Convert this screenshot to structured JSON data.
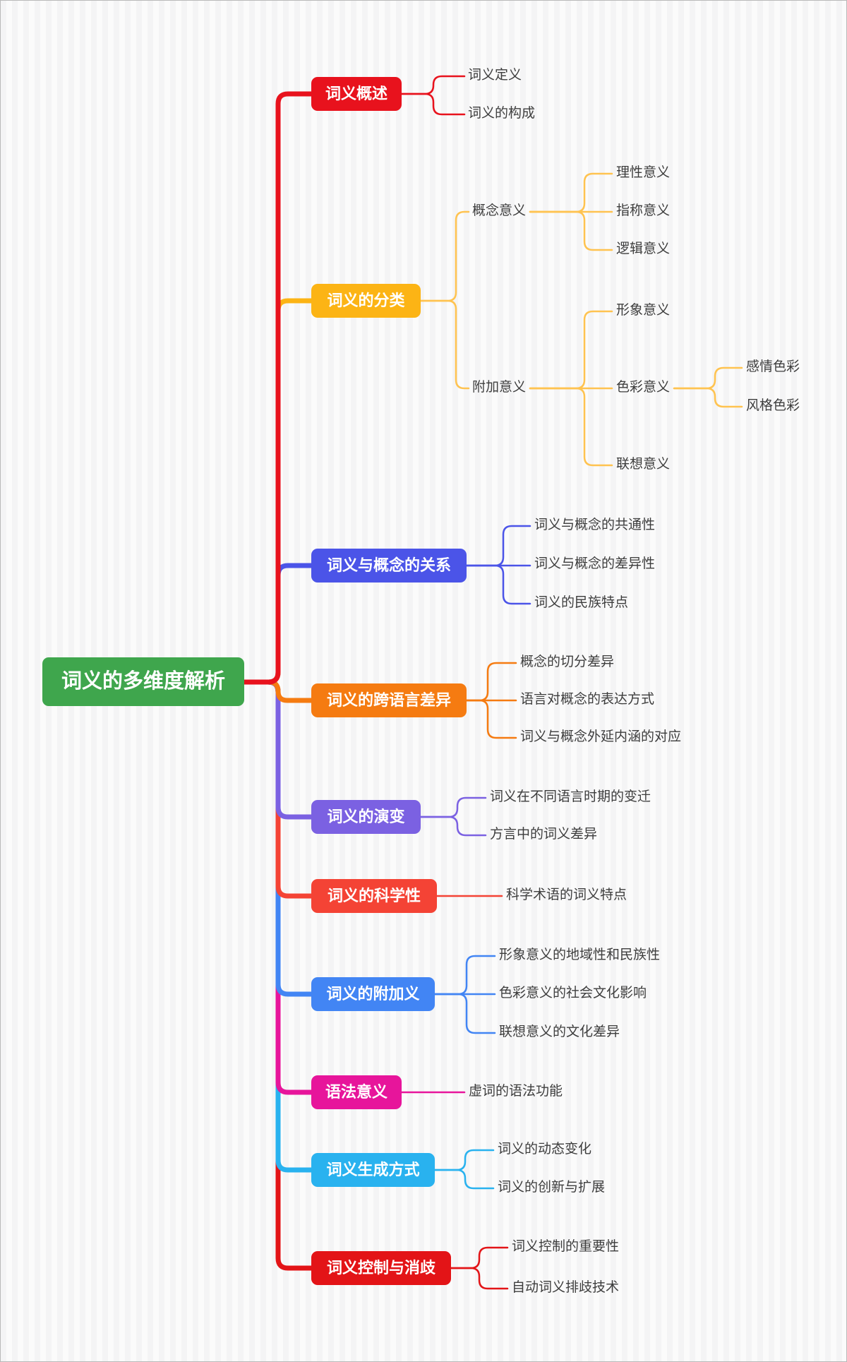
{
  "canvas": {
    "background_stripe_light": "#fbfbfb",
    "background_stripe_dark": "#f4f4f5",
    "border_color": "#b9b9b9",
    "leaf_text_color": "#3d3d3d"
  },
  "root": {
    "label": "词义的多维度解析",
    "color": "#3FA64D"
  },
  "branches": [
    {
      "label": "词义概述",
      "color": "#E8121D",
      "line_color": "#E8121D",
      "children": [
        {
          "label": "词义定义"
        },
        {
          "label": "词义的构成"
        }
      ]
    },
    {
      "label": "词义的分类",
      "color": "#FCB415",
      "line_color": "#FFC350",
      "children": [
        {
          "label": "概念意义",
          "children": [
            {
              "label": "理性意义"
            },
            {
              "label": "指称意义"
            },
            {
              "label": "逻辑意义"
            }
          ]
        },
        {
          "label": "附加意义",
          "children": [
            {
              "label": "形象意义"
            },
            {
              "label": "色彩意义",
              "children": [
                {
                  "label": "感情色彩"
                },
                {
                  "label": "风格色彩"
                }
              ]
            },
            {
              "label": "联想意义"
            }
          ]
        }
      ]
    },
    {
      "label": "词义与概念的关系",
      "color": "#4B54E8",
      "line_color": "#4B54E8",
      "children": [
        {
          "label": "词义与概念的共通性"
        },
        {
          "label": "词义与概念的差异性"
        },
        {
          "label": "词义的民族特点"
        }
      ]
    },
    {
      "label": "词义的跨语言差异",
      "color": "#F57B11",
      "line_color": "#F57B11",
      "children": [
        {
          "label": "概念的切分差异"
        },
        {
          "label": "语言对概念的表达方式"
        },
        {
          "label": "词义与概念外延内涵的对应"
        }
      ]
    },
    {
      "label": "词义的演变",
      "color": "#7B61E2",
      "line_color": "#7B61E2",
      "children": [
        {
          "label": "词义在不同语言时期的变迁"
        },
        {
          "label": "方言中的词义差异"
        }
      ]
    },
    {
      "label": "词义的科学性",
      "color": "#F44335",
      "line_color": "#F44335",
      "children": [
        {
          "label": "科学术语的词义特点"
        }
      ]
    },
    {
      "label": "词义的附加义",
      "color": "#4285F4",
      "line_color": "#4285F4",
      "children": [
        {
          "label": "形象意义的地域性和民族性"
        },
        {
          "label": "色彩意义的社会文化影响"
        },
        {
          "label": "联想意义的文化差异"
        }
      ]
    },
    {
      "label": "语法意义",
      "color": "#E7159B",
      "line_color": "#E7159B",
      "children": [
        {
          "label": "虚词的语法功能"
        }
      ]
    },
    {
      "label": "词义生成方式",
      "color": "#29B2EF",
      "line_color": "#29B2EF",
      "children": [
        {
          "label": "词义的动态变化"
        },
        {
          "label": "词义的创新与扩展"
        }
      ]
    },
    {
      "label": "词义控制与消歧",
      "color": "#E31417",
      "line_color": "#E31417",
      "children": [
        {
          "label": "词义控制的重要性"
        },
        {
          "label": "自动词义排歧技术"
        }
      ]
    }
  ]
}
